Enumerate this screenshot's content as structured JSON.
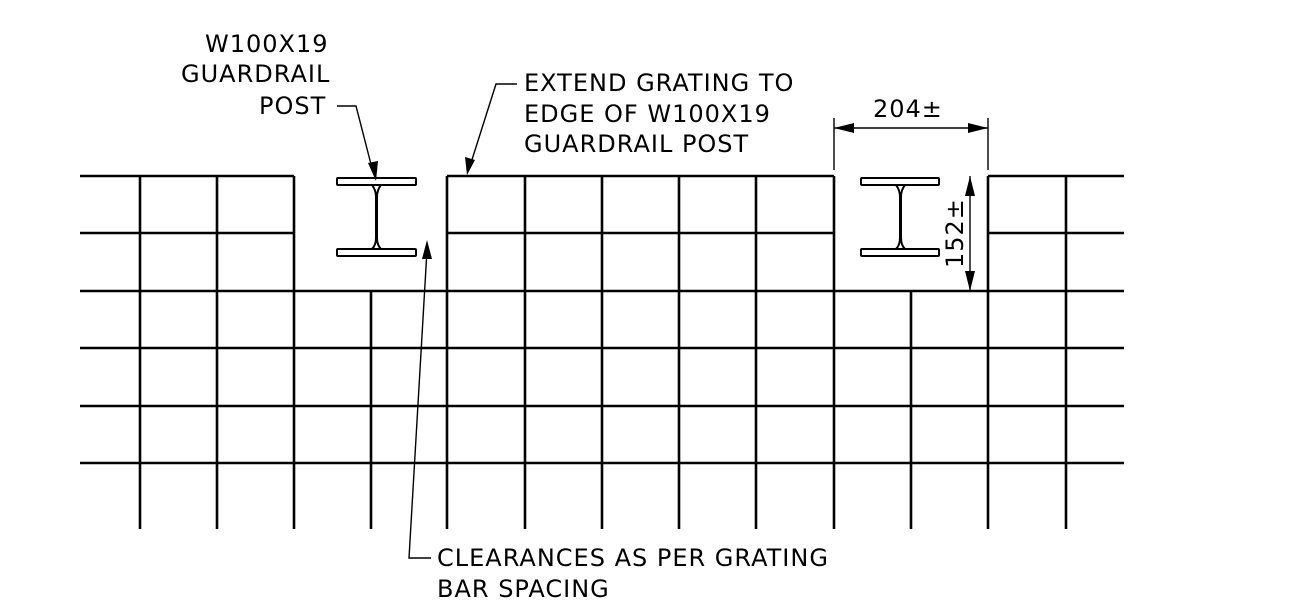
{
  "labels": {
    "post_callout": [
      "W100X19",
      "GUARDRAIL",
      "POST"
    ],
    "extend_note": [
      "EXTEND GRATING TO",
      "EDGE OF W100X19",
      "GUARDRAIL POST"
    ],
    "clearance_note": [
      "CLEARANCES AS PER GRATING",
      "BAR SPACING"
    ]
  },
  "dimensions": {
    "width": "204±",
    "height": "152±"
  },
  "colors": {
    "ink": "#000000",
    "background": "#ffffff"
  }
}
